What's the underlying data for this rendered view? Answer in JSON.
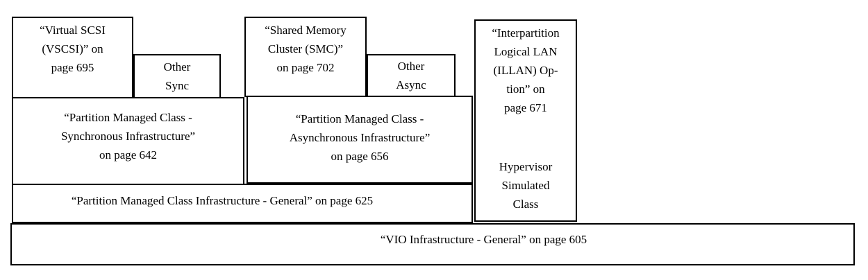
{
  "diagram": {
    "background_color": "#ffffff",
    "border_color": "#000000",
    "text_color": "#000000"
  },
  "boxes": {
    "vio_general": {
      "label": "“VIO Infrastructure - General” on page 605"
    },
    "pmc_general": {
      "label": "“Partition Managed Class Infrastructure - General” on page 625"
    },
    "sync_infra": {
      "label": "“Partition Managed Class -\nSynchronous Infrastructure”\non page 642"
    },
    "async_infra": {
      "label": "“Partition Managed Class -\nAsynchronous Infrastructure”\non page 656"
    },
    "illan": {
      "label": "“Interpartition\nLogical LAN\n(ILLAN) Op-\ntion” on\npage 671"
    },
    "hypervisor": {
      "label": "Hypervisor\nSimulated\nClass"
    },
    "vscsi": {
      "label": "“Virtual SCSI\n(VSCSI)” on\npage 695"
    },
    "other_sync": {
      "label": "Other\nSync"
    },
    "smc": {
      "label": "“Shared Memory\nCluster (SMC)”\non page 702"
    },
    "other_async": {
      "label": "Other\nAsync"
    }
  }
}
